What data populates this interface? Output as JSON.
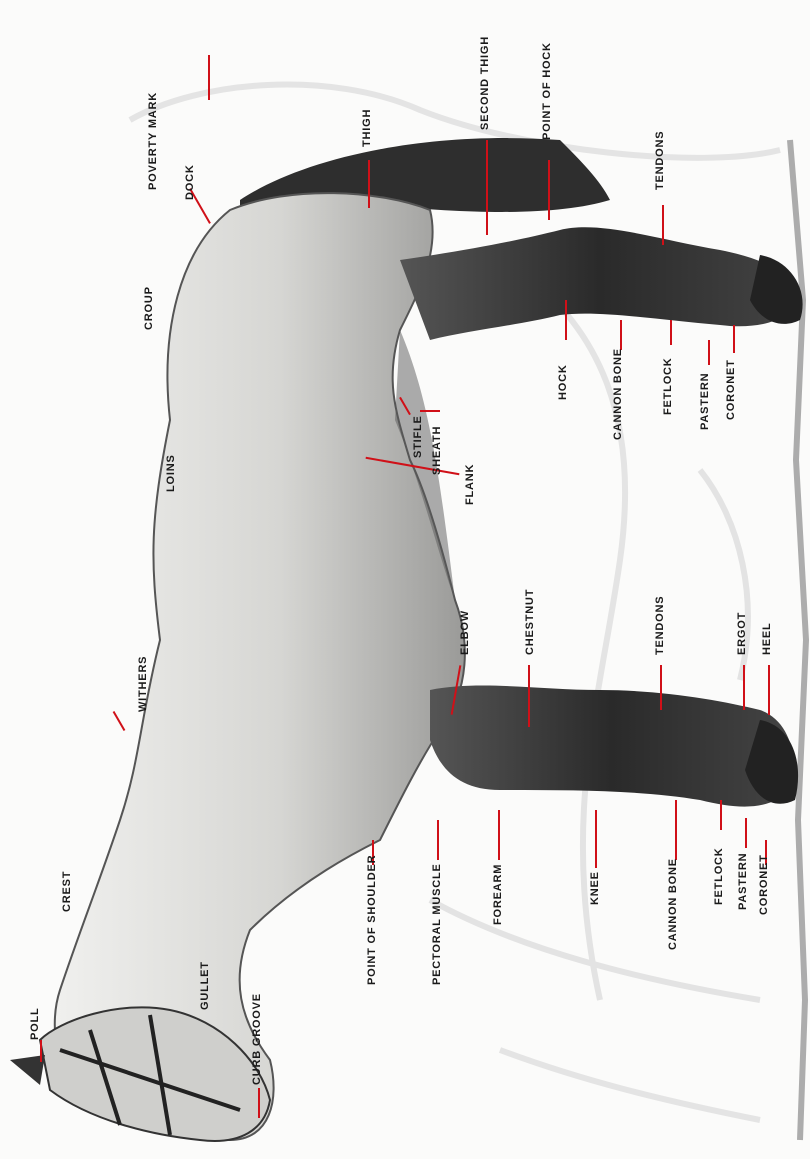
{
  "colors": {
    "pointer_line": "#d01018",
    "horse_body": "#d9d9d7",
    "horse_dark": "#2b2b2b",
    "ghost_sketch": "#dedede",
    "label_text": "#1a1a1a"
  },
  "labels": {
    "poll": "POLL",
    "curb_groove": "CURB GROOVE",
    "gullet": "GULLET",
    "crest": "CREST",
    "withers": "WITHERS",
    "loins": "LOINS",
    "croup": "CROUP",
    "dock": "DOCK",
    "poverty_mark": "POVERTY MARK",
    "thigh": "THIGH",
    "second_thigh": "SECOND THIGH",
    "point_of_hock": "POINT OF HOCK",
    "tendons_hind": "TENDONS",
    "hock": "HOCK",
    "cannon_bone_hind": "CANNON BONE",
    "fetlock_hind": "FETLOCK",
    "pastern_hind": "PASTERN",
    "coronet_hind": "CORONET",
    "stifle": "STIFLE",
    "sheath": "SHEATH",
    "flank": "FLANK",
    "elbow": "ELBOW",
    "chestnut": "CHESTNUT",
    "tendons_fore": "TENDONS",
    "ergot": "ERGOT",
    "heel": "HEEL",
    "point_of_shoulder": "POINT OF SHOULDER",
    "pectoral_muscle": "PECTORAL MUSCLE",
    "forearm": "FOREARM",
    "knee": "KNEE",
    "cannon_bone_fore": "CANNON BONE",
    "fetlock_fore": "FETLOCK",
    "pastern_fore": "PASTERN",
    "coronet_fore": "CORONET"
  }
}
